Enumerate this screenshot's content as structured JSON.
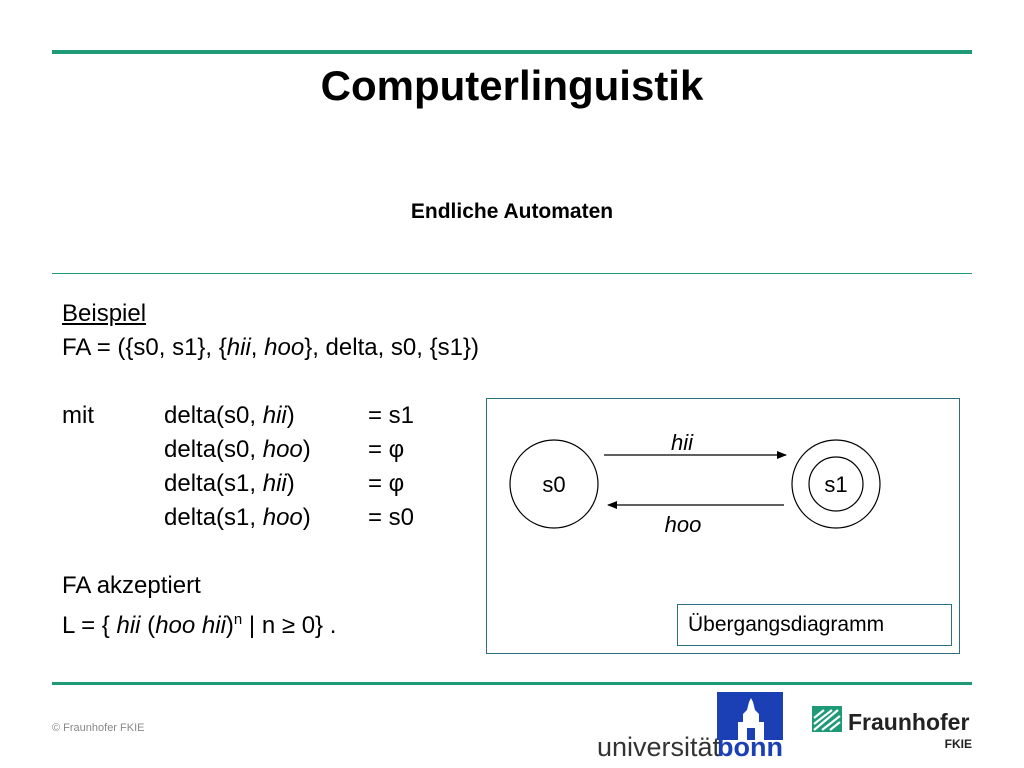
{
  "slide": {
    "title": "Computerlinguistik",
    "subtitle": "Endliche Automaten"
  },
  "content": {
    "heading": "Beispiel",
    "fa_definition": {
      "p1": "FA = ({s0, s1}, {",
      "a1": "hii",
      "p2": ", ",
      "a2": "hoo",
      "p3": "}, delta, s0, {s1})"
    },
    "mit_label": "mit",
    "transitions": [
      {
        "func": "delta(s0, ",
        "sym": "hii",
        "close": ")",
        "result": "= s1"
      },
      {
        "func": "delta(s0, ",
        "sym": "hoo",
        "close": ")",
        "result": "= φ"
      },
      {
        "func": "delta(s1, ",
        "sym": "hii",
        "close": ")",
        "result": "= φ"
      },
      {
        "func": "delta(s1, ",
        "sym": "hoo",
        "close": ")",
        "result": "= s0"
      }
    ],
    "accepts_label": "FA akzeptiert",
    "language": {
      "p1": "L = { ",
      "s1": "hii",
      "p2": " (",
      "s2": "hoo hii",
      "p3": ")",
      "exp": "n",
      "p4": " | n ≥ 0} ."
    }
  },
  "diagram": {
    "state_start": "s0",
    "state_final": "s1",
    "edge_forward_label": "hii",
    "edge_back_label": "hoo",
    "legend": "Übergangsdiagramm",
    "stroke_color": "#000000",
    "border_color": "#2c6f7f"
  },
  "footer": {
    "copyright": "© Fraunhofer FKIE",
    "logo_uni_prefix": "universität",
    "logo_uni_name": "bonn",
    "logo_fraunhofer": "Fraunhofer",
    "logo_fraunhofer_sub": "FKIE",
    "accent_color": "#1f9a77",
    "bonn_blue": "#1b3fb5"
  }
}
